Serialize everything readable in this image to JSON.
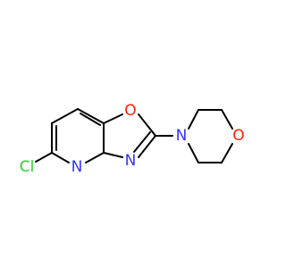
{
  "molecule": {
    "atoms": [
      {
        "id": "cl",
        "label": "Cl",
        "color": "#33cc33"
      },
      {
        "id": "n_pyridine",
        "label": "N",
        "color": "#3333ff"
      },
      {
        "id": "n_oxazole",
        "label": "N",
        "color": "#3333ff"
      },
      {
        "id": "o_oxazole",
        "label": "O",
        "color": "#ff2200"
      },
      {
        "id": "n_morpholine",
        "label": "N",
        "color": "#3333ff"
      },
      {
        "id": "o_morpholine",
        "label": "O",
        "color": "#ff2200"
      }
    ],
    "bond_color": "#000000"
  }
}
